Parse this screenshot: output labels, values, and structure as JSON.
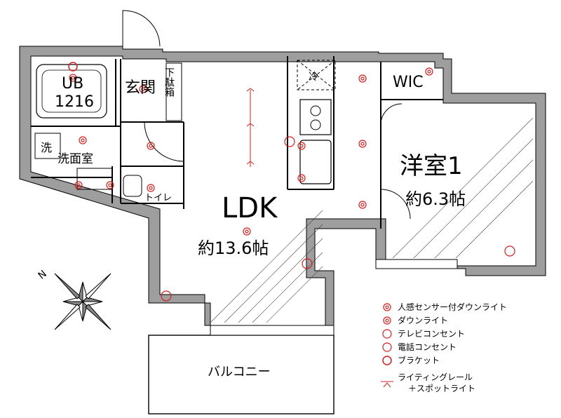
{
  "rooms": {
    "ub": "UB",
    "ub_size": "1216",
    "entrance": "玄関",
    "shoe": "下駄箱",
    "fridge": "冷",
    "wic": "WIC",
    "wash_mark": "洗",
    "washroom": "洗面室",
    "toilet": "トイレ",
    "ldk": "LDK",
    "ldk_size": "約13.6帖",
    "western": "洋室1",
    "western_size": "約6.3帖",
    "balcony": "バルコニー"
  },
  "compass": {
    "north": "N"
  },
  "legend": {
    "items": [
      {
        "symbol": "sensor-downlight",
        "label": "人感センサー付ダウンライト"
      },
      {
        "symbol": "downlight",
        "label": "ダウンライト"
      },
      {
        "symbol": "tv-outlet",
        "label": "テレビコンセント"
      },
      {
        "symbol": "phone-outlet",
        "label": "電話コンセント"
      },
      {
        "symbol": "bracket-light",
        "label": "ブラケット"
      }
    ],
    "rail_line1": "ライティングレール",
    "rail_line2": "＋スポットライト"
  },
  "colors": {
    "wall": "#9e9e9e",
    "symbol": "#d42020",
    "line": "#000000"
  }
}
